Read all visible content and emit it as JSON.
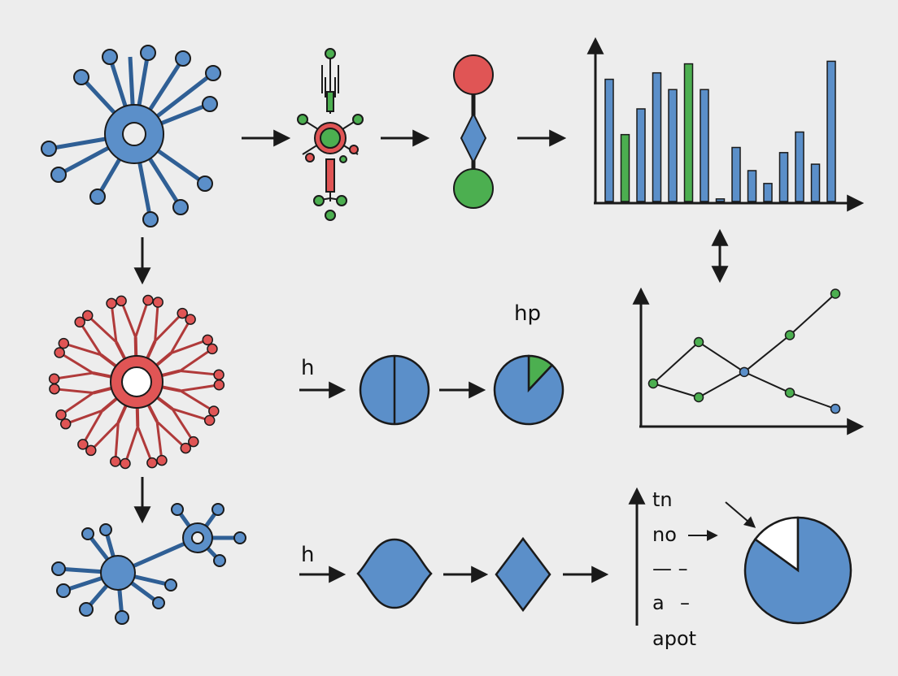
{
  "colors": {
    "background": "#ededed",
    "stroke": "#1a1a1a",
    "blue": "#5b8fc9",
    "green": "#4caf50",
    "red": "#e05555",
    "dark_red": "#b03a3a",
    "white": "#ffffff"
  },
  "labels": {
    "hp": "hp",
    "h_mid": "h",
    "h_bottom": "h",
    "tn": "tn",
    "no": "no",
    "dash_row": "— –",
    "a": "a",
    "a_dash": "–",
    "apot": "apot"
  },
  "chart_data": [
    {
      "type": "bar",
      "title": "",
      "xlabel": "",
      "ylabel": "",
      "values": [
        95,
        52,
        72,
        100,
        87,
        107,
        87,
        2,
        42,
        24,
        14,
        38,
        54,
        29,
        109
      ],
      "bar_colors": [
        "blue",
        "green",
        "blue",
        "blue",
        "blue",
        "green",
        "blue",
        "blue",
        "blue",
        "blue",
        "blue",
        "blue",
        "blue",
        "blue",
        "blue"
      ],
      "ylim": [
        0,
        120
      ]
    },
    {
      "type": "line",
      "title": "",
      "xlabel": "",
      "ylabel": "",
      "series": [
        {
          "color": "green",
          "x": [
            0,
            1,
            2,
            3,
            4
          ],
          "y": [
            1.8,
            3.6,
            2.3,
            3.9,
            5.7
          ]
        },
        {
          "color": "green",
          "x": [
            0,
            1,
            2,
            3,
            4
          ],
          "y": [
            1.8,
            1.2,
            2.3,
            1.4,
            0.7
          ]
        }
      ],
      "ylim": [
        0,
        6
      ]
    },
    {
      "type": "pie",
      "title": "",
      "slices": [
        {
          "color": "blue",
          "value": 88
        },
        {
          "color": "green",
          "value": 12
        }
      ]
    },
    {
      "type": "pie",
      "title": "",
      "slices": [
        {
          "color": "blue",
          "value": 85
        },
        {
          "color": "white",
          "value": 15
        }
      ]
    }
  ]
}
